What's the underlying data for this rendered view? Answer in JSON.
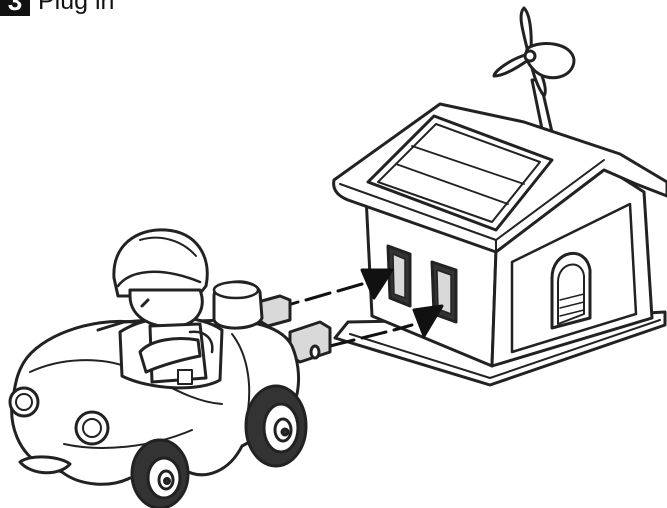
{
  "step": {
    "number": "3",
    "title": "Plug in"
  },
  "illustration": {
    "subjects": [
      "toy-car-with-driver",
      "solar-house-with-wind-turbine"
    ],
    "plug_prongs": 2,
    "house_sockets": 2,
    "colors": {
      "line": "#222222",
      "fill": "#ffffff",
      "shade": "#d9d9d9",
      "dark": "#333333",
      "arrow": "#111111"
    }
  }
}
